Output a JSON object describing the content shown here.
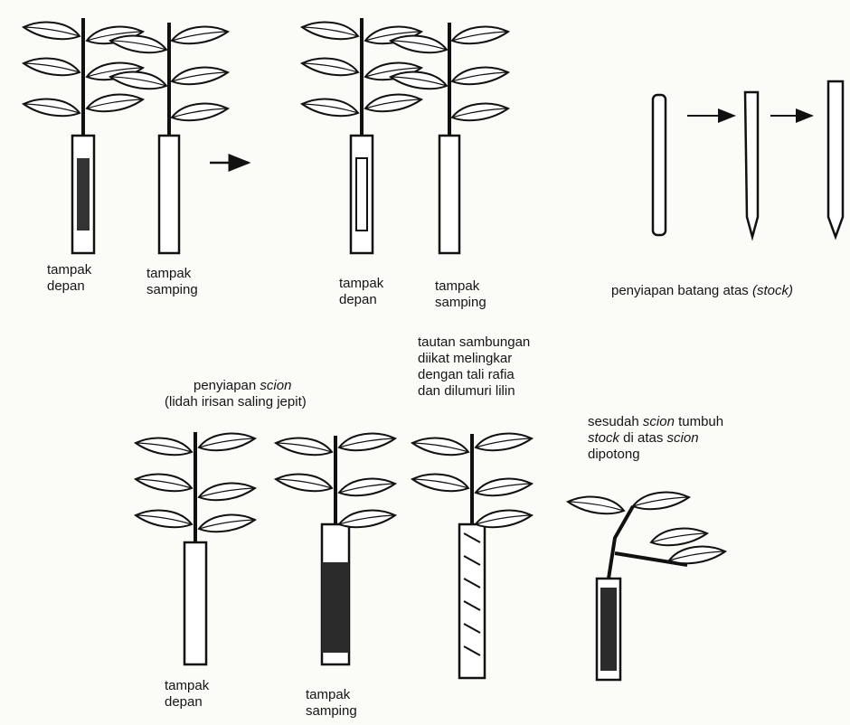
{
  "labels": {
    "r1_front_1": "tampak\ndepan",
    "r1_side_1": "tampak\nsamping",
    "r1_front_2": "tampak\ndepan",
    "r1_side_2": "tampak\nsamping",
    "stock_caption_pre": "penyiapan batang atas ",
    "stock_caption_it": "(stock)",
    "scion_caption_l1_pre": "penyiapan ",
    "scion_caption_l1_it": "scion",
    "scion_caption_l2": "(lidah irisan saling jepit)",
    "tie_caption_l1": "tautan sambungan",
    "tie_caption_l2": "diikat melingkar",
    "tie_caption_l3": "dengan tali rafia",
    "tie_caption_l4": "dan dilumuri lilin",
    "after_l1_pre": "sesudah ",
    "after_l1_it": "scion",
    "after_l1_post": " tumbuh",
    "after_l2_it1": "stock",
    "after_l2_mid": " di atas ",
    "after_l2_it2": "scion",
    "after_l3": "dipotong",
    "r2_front": "tampak\ndepan",
    "r2_side": "tampak\nsamping"
  },
  "colors": {
    "ink": "#111111",
    "paper": "#fbfbf8"
  }
}
